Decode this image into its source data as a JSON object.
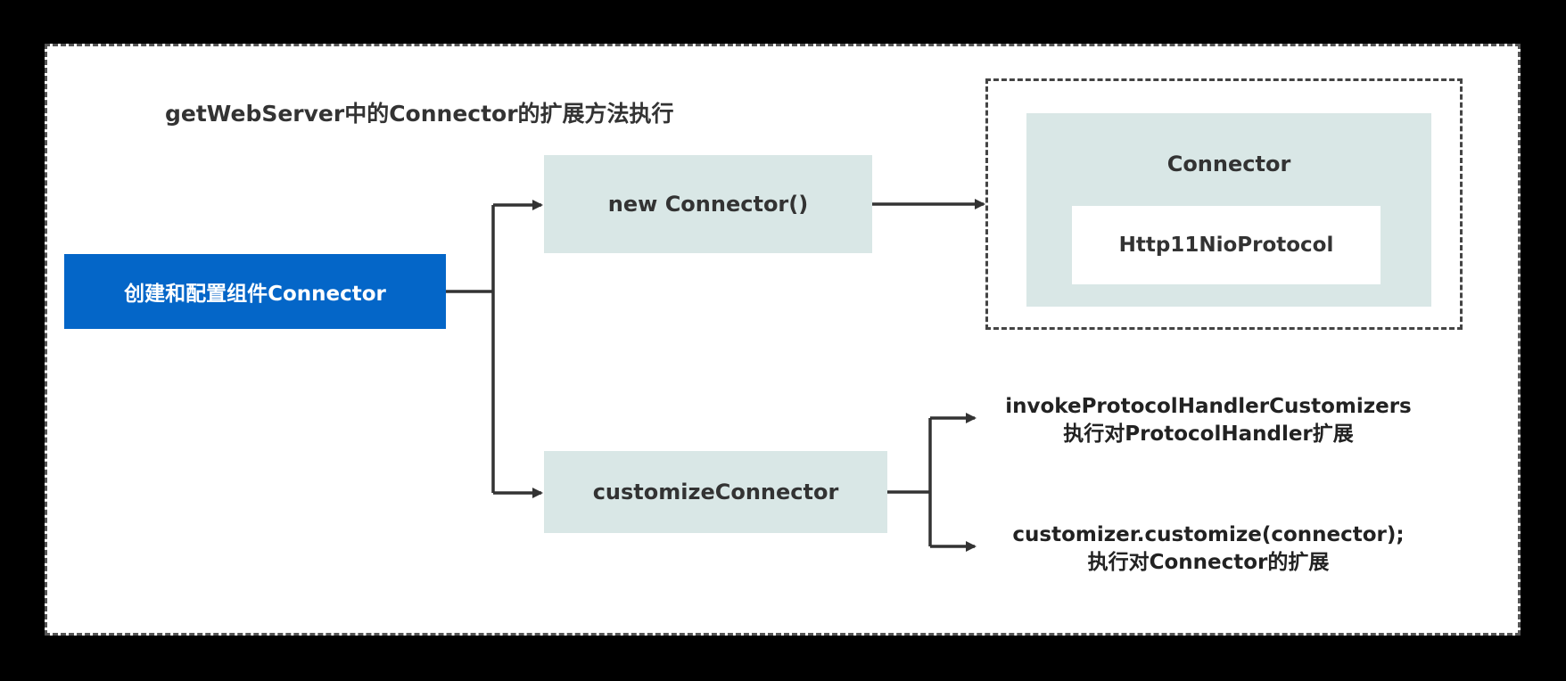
{
  "diagram": {
    "title": "getWebServer中的Connector的扩展方法执行",
    "main_node": "创建和配置组件Connector",
    "new_connector_node": "new Connector()",
    "customize_node": "customizeConnector",
    "connector_group": {
      "title": "Connector",
      "protocol": "Http11NioProtocol"
    },
    "invoke_customizers": {
      "line1": "invokeProtocolHandlerCustomizers",
      "line2": "执行对ProtocolHandler扩展"
    },
    "customizer_customize": {
      "line1": "customizer.customize(connector);",
      "line2": "执行对Connector的扩展"
    }
  },
  "colors": {
    "background": "#000000",
    "canvas": "#ffffff",
    "main_node": "#0466c8",
    "light_node": "#d9e7e6",
    "edge": "#333333"
  }
}
